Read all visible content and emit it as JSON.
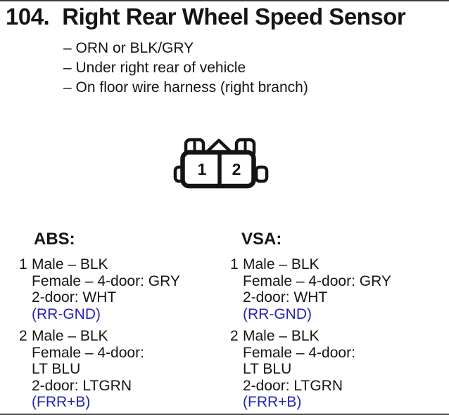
{
  "colors": {
    "ink": "#151515",
    "signal_blue": "#2424b4"
  },
  "header": {
    "number": "104.",
    "title": "Right Rear Wheel Speed Sensor"
  },
  "notes": [
    "– ORN or BLK/GRY",
    "– Under right rear of vehicle",
    "– On floor wire harness (right branch)"
  ],
  "connector": {
    "pins": [
      "1",
      "2"
    ]
  },
  "columns": [
    {
      "header": "ABS:",
      "pins": [
        {
          "number": "1",
          "lines": [
            "Male – BLK",
            "Female – 4-door: GRY",
            "2-door: WHT"
          ],
          "signal": "(RR-GND)"
        },
        {
          "number": "2",
          "lines": [
            "Male – BLK",
            "Female – 4-door:",
            "LT BLU",
            "2-door: LTGRN"
          ],
          "signal": "(FRR+B)"
        }
      ]
    },
    {
      "header": "VSA:",
      "pins": [
        {
          "number": "1",
          "lines": [
            "Male – BLK",
            "Female – 4-door: GRY",
            "2-door: WHT"
          ],
          "signal": "(RR-GND)"
        },
        {
          "number": "2",
          "lines": [
            "Male – BLK",
            "Female – 4-door:",
            "LT BLU",
            "2-door: LTGRN"
          ],
          "signal": "(FRR+B)"
        }
      ]
    }
  ]
}
